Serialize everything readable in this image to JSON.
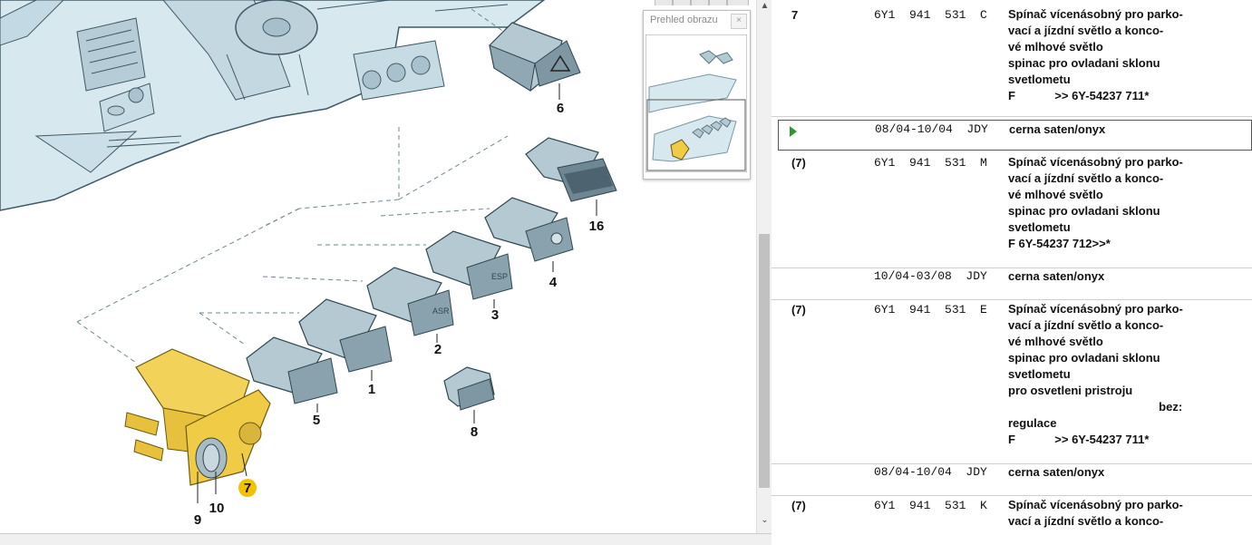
{
  "overview_panel": {
    "title": "Prehled obrazu",
    "close_label": "×"
  },
  "callouts": [
    "6",
    "16",
    "4",
    "3",
    "2",
    "1",
    "5",
    "8",
    "7",
    "9",
    "10"
  ],
  "colors": {
    "selected_callout": "#f2c200",
    "part_highlight": "#f3d25a",
    "row_marker": "#2e9a2e"
  },
  "icons": [
    "hazard-triangle-icon",
    "headlight-icon",
    "close-icon",
    "scroll-up-arrow-icon",
    "scroll-down-arrow-icon"
  ],
  "parts": [
    {
      "pos": "7",
      "number": "6Y1  941  531  C",
      "lines": [
        "Spínač vícenásobný pro parko-",
        "vací a jízdní světlo a konco-",
        "vé mlhové světlo",
        "spinac pro ovladani sklonu",
        "svetlometu",
        "F            >> 6Y-54237 711*"
      ]
    },
    {
      "pos": "",
      "number": "08/04-10/04  JDY",
      "lines": [
        "cerna saten/onyx"
      ]
    },
    {
      "pos": "(7)",
      "number": "6Y1  941  531  M",
      "lines": [
        "Spínač vícenásobný pro parko-",
        "vací a jízdní světlo a konco-",
        "vé mlhové světlo",
        "spinac pro ovladani sklonu",
        "svetlometu",
        "F 6Y-54237 712>>*"
      ]
    },
    {
      "pos": "",
      "number": "10/04-03/08  JDY",
      "lines": [
        "cerna saten/onyx"
      ]
    },
    {
      "pos": "(7)",
      "number": "6Y1  941  531  E",
      "lines": [
        "Spínač vícenásobný pro parko-",
        "vací a jízdní světlo a konco-",
        "vé mlhové světlo",
        "spinac pro ovladani sklonu",
        "svetlometu",
        "pro osvetleni pristroju",
        "                                              bez:",
        "regulace",
        "F            >> 6Y-54237 711*"
      ]
    },
    {
      "pos": "",
      "number": "08/04-10/04  JDY",
      "lines": [
        "cerna saten/onyx"
      ]
    },
    {
      "pos": "(7)",
      "number": "6Y1  941  531  K",
      "lines": [
        "Spínač vícenásobný pro parko-",
        "vací a jízdní světlo a konco-"
      ]
    }
  ]
}
